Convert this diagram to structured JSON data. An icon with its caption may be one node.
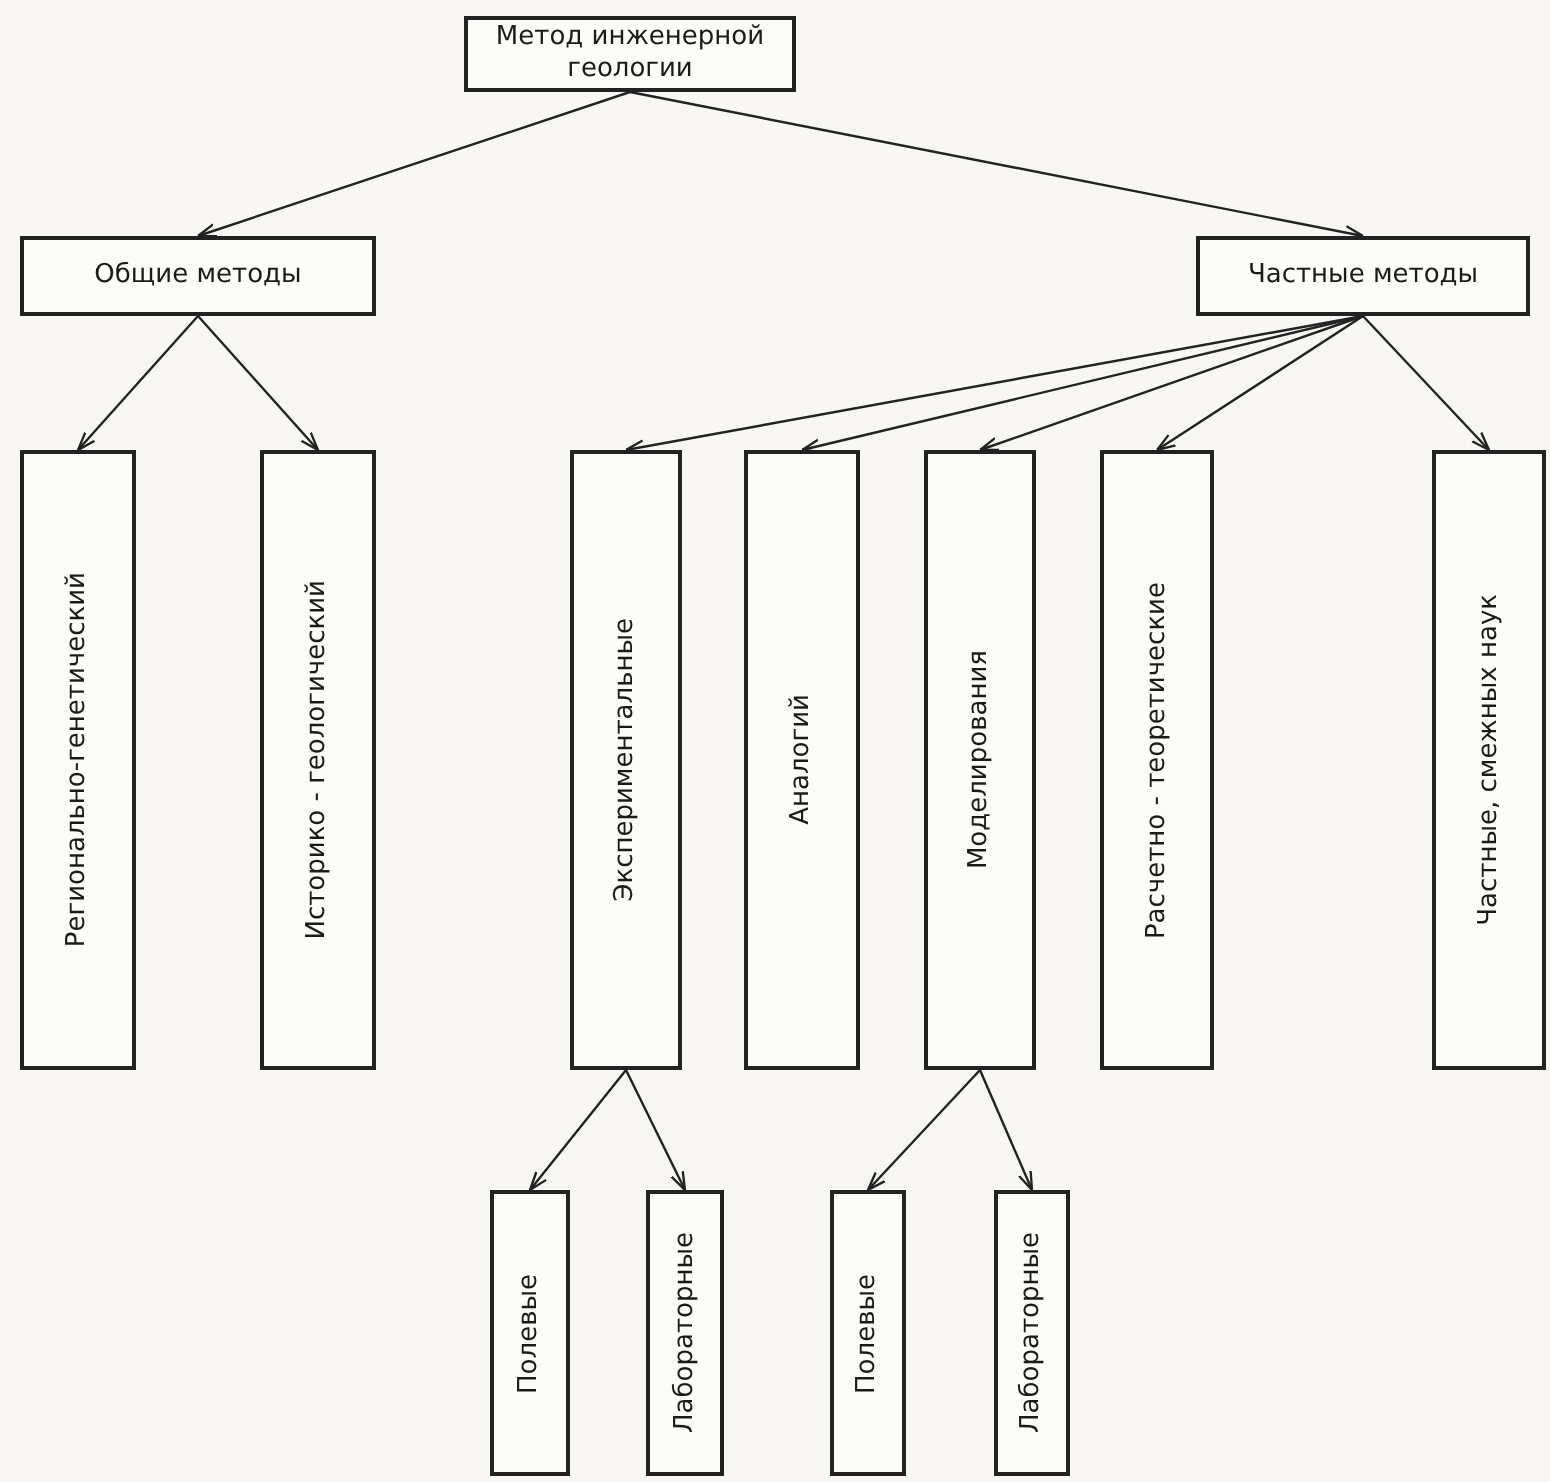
{
  "diagram": {
    "nodes": [
      {
        "text": [
          "Метод инженерной геологии"
        ]
      },
      {
        "text": [
          "Общие методы"
        ]
      },
      {
        "text": [
          "Частные методы"
        ]
      },
      {
        "text": [
          "Регионально-генетический"
        ]
      },
      {
        "text": [
          "Историко - геологический"
        ]
      },
      {
        "text": [
          "Экспериментальные"
        ]
      },
      {
        "text": [
          "Аналогий"
        ]
      },
      {
        "text": [
          "Моделирования"
        ]
      },
      {
        "text": [
          "Расчетно - теоретические"
        ]
      },
      {
        "text": [
          "Частные, смежных наук"
        ]
      },
      {
        "text": [
          "Полевые"
        ]
      },
      {
        "text": [
          "Лабораторные"
        ]
      },
      {
        "text": [
          "Полевые"
        ]
      },
      {
        "text": [
          "Лабораторные"
        ]
      }
    ],
    "edges": [
      {
        "from": 0,
        "to": 1,
        "arrow": "to"
      },
      {
        "from": 0,
        "to": 2,
        "arrow": "to"
      },
      {
        "from": 1,
        "to": 3,
        "arrow": "to"
      },
      {
        "from": 1,
        "to": 4,
        "arrow": "to"
      },
      {
        "from": 2,
        "to": 5,
        "arrow": "to"
      },
      {
        "from": 2,
        "to": 6,
        "arrow": "to"
      },
      {
        "from": 2,
        "to": 7,
        "arrow": "to"
      },
      {
        "from": 2,
        "to": 8,
        "arrow": "to"
      },
      {
        "from": 2,
        "to": 9,
        "arrow": "to"
      },
      {
        "from": 5,
        "to": 10,
        "arrow": "to"
      },
      {
        "from": 5,
        "to": 11,
        "arrow": "to"
      },
      {
        "from": 7,
        "to": 12,
        "arrow": "to"
      },
      {
        "from": 7,
        "to": 13,
        "arrow": "to"
      }
    ]
  }
}
